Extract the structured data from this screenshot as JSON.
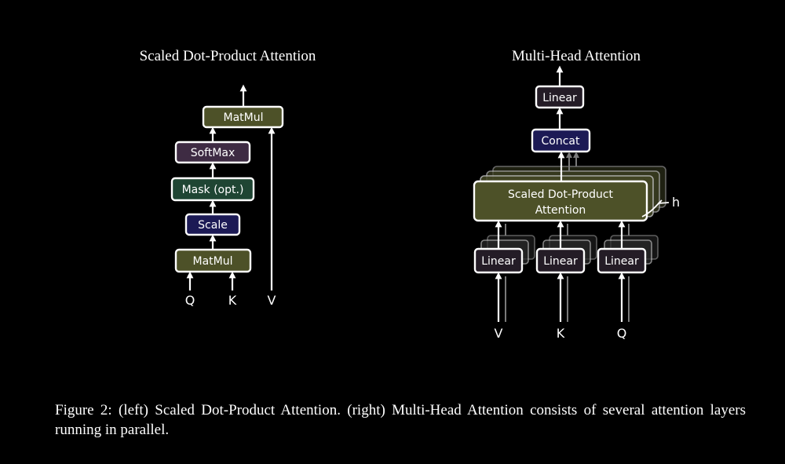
{
  "left": {
    "title": "Scaled Dot-Product Attention",
    "blocks": {
      "matmul_top": "MatMul",
      "softmax": "SoftMax",
      "mask": "Mask (opt.)",
      "scale": "Scale",
      "matmul_bottom": "MatMul"
    },
    "inputs": {
      "q": "Q",
      "k": "K",
      "v": "V"
    }
  },
  "right": {
    "title": "Multi-Head Attention",
    "blocks": {
      "linear_top": "Linear",
      "concat": "Concat",
      "attention_line1": "Scaled Dot-Product",
      "attention_line2": "Attention",
      "linear_v": "Linear",
      "linear_k": "Linear",
      "linear_q": "Linear"
    },
    "heads_label": "h",
    "inputs": {
      "v": "V",
      "k": "K",
      "q": "Q"
    }
  },
  "caption": "Figure 2: (left) Scaled Dot-Product Attention. (right) Multi-Head Attention consists of several attention layers running in parallel.",
  "colors": {
    "background": "#000000",
    "matmul": "#4d5128",
    "softmax": "#3e2b43",
    "mask": "#1f4533",
    "scale": "#1c1a55",
    "linear": "#241c26",
    "concat": "#1c1a55",
    "attention": "#4d5128"
  }
}
